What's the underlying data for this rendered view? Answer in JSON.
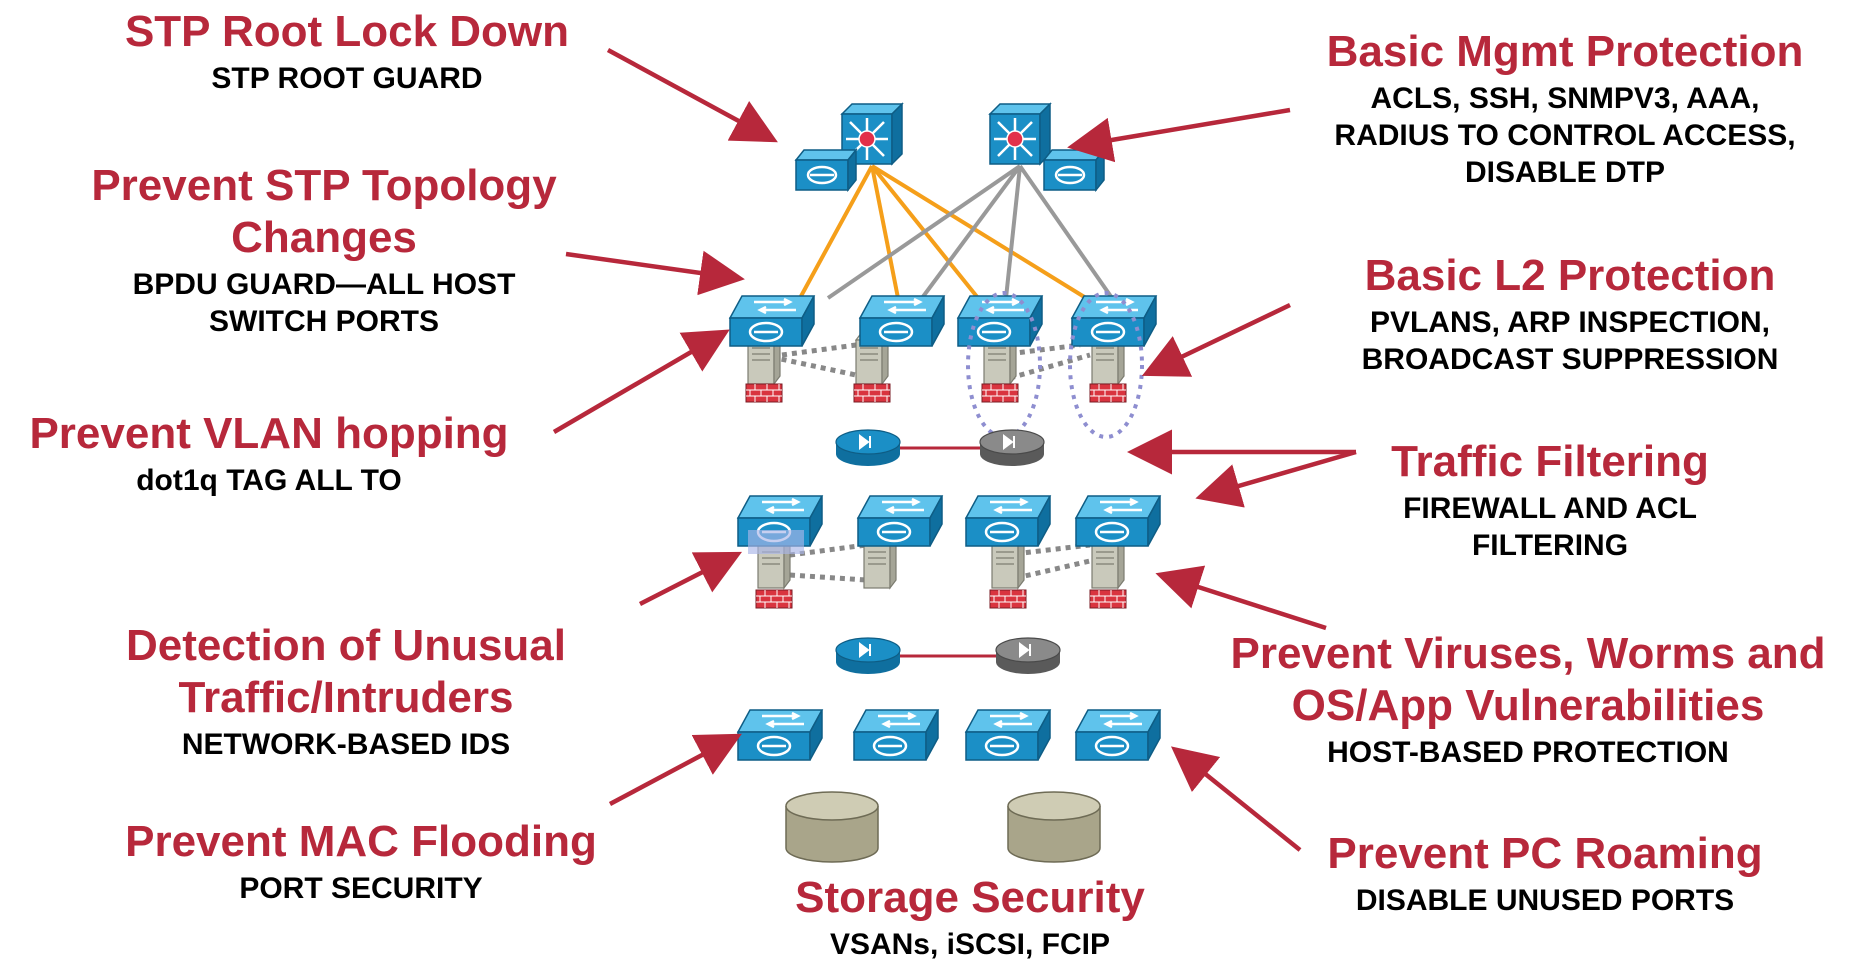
{
  "colors": {
    "title": "#b7283b",
    "subtitle": "#000000",
    "arrow": "#b7283b",
    "switch_blue": "#1b8fc6",
    "link_orange": "#f59f1a",
    "link_gray": "#999999",
    "firewall_red": "#d9343f",
    "storage_tan": "#b7b397",
    "ids_gray": "#7a7a7a"
  },
  "callouts": {
    "stp_root": {
      "title": "STP Root Lock Down",
      "subtitle": "STP ROOT GUARD"
    },
    "mgmt": {
      "title": "Basic Mgmt Protection",
      "subtitle": "ACLS, SSH, SNMPV3, AAA, RADIUS TO CONTROL ACCESS, DISABLE DTP"
    },
    "stp_topology": {
      "title": "Prevent STP Topology Changes",
      "subtitle": "BPDU GUARD—ALL HOST SWITCH PORTS"
    },
    "l2": {
      "title": "Basic L2 Protection",
      "subtitle": "PVLANS, ARP INSPECTION, BROADCAST SUPPRESSION"
    },
    "vlan_hopping": {
      "title": "Prevent VLAN hopping",
      "subtitle": "dot1q TAG ALL TO"
    },
    "traffic_filter": {
      "title": "Traffic Filtering",
      "subtitle": "FIREWALL AND ACL FILTERING"
    },
    "ids": {
      "title": "Detection of Unusual Traffic/Intruders",
      "subtitle": "NETWORK-BASED IDS"
    },
    "viruses": {
      "title": "Prevent Viruses, Worms and OS/App Vulnerabilities",
      "subtitle": "HOST-BASED PROTECTION"
    },
    "mac_flood": {
      "title": "Prevent MAC Flooding",
      "subtitle": "PORT SECURITY"
    },
    "pc_roaming": {
      "title": "Prevent PC Roaming",
      "subtitle": "DISABLE UNUSED PORTS"
    },
    "storage": {
      "title": "Storage Security",
      "subtitle": "VSANs, iSCSI, FCIP"
    }
  },
  "icons": [
    "core-switch-icon",
    "access-switch-icon",
    "server-icon",
    "firewall-icon",
    "ids-sensor-icon",
    "storage-disk-icon",
    "arrow-icon"
  ]
}
